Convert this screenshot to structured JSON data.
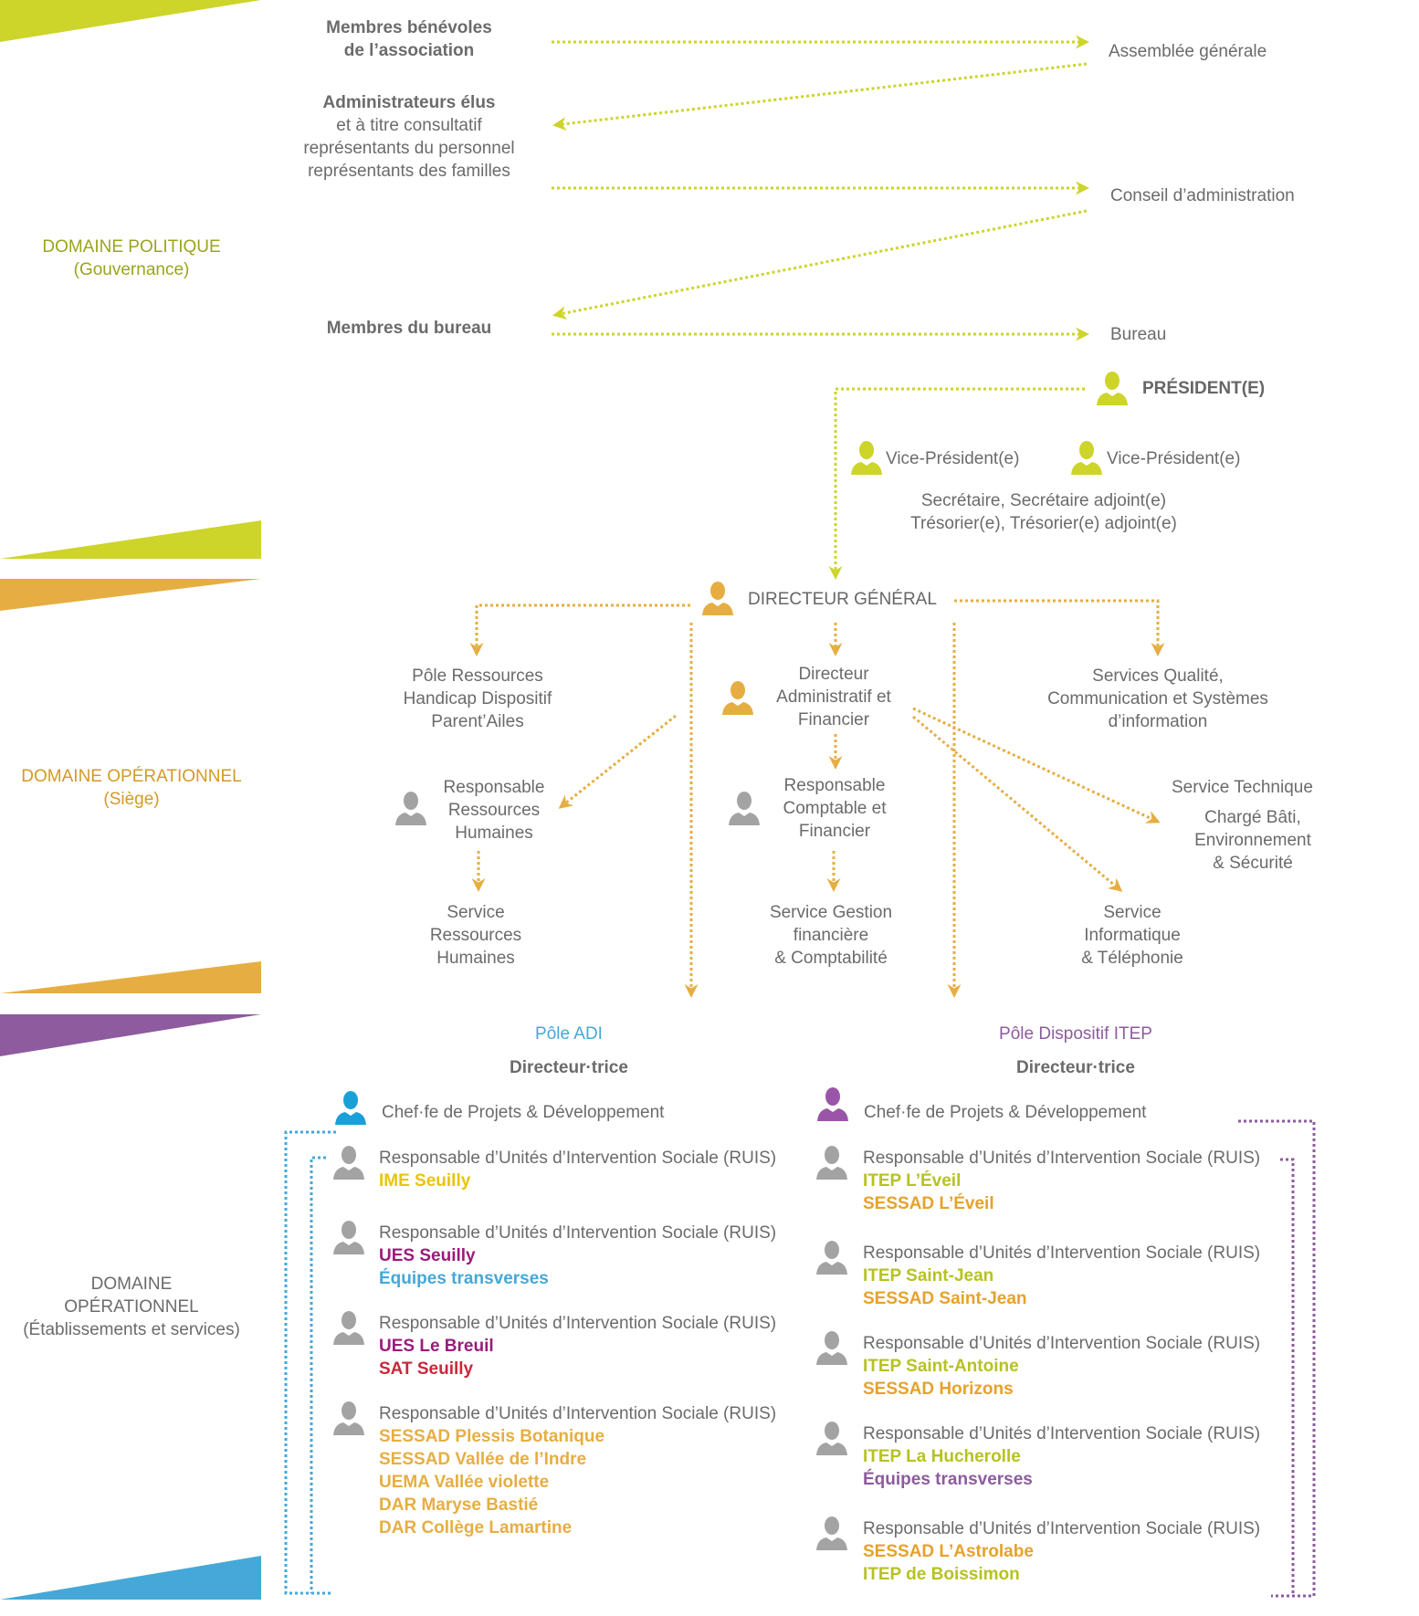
{
  "colors": {
    "politique": "#cdd42a",
    "siege": "#e6ae42",
    "adi": "#45a8d8",
    "itep": "#8d5b9e",
    "person_grey": "#a3a3a3",
    "text": "#6b6b6b",
    "ime_yellow": "#e8c40a",
    "ues_magenta": "#9b1b7d",
    "sat_red": "#c8283a",
    "sessad_orange": "#e6ae42",
    "itep_green": "#b6c222",
    "transverse_blue": "#45a8d8",
    "transverse_purple": "#8d5b9e"
  },
  "domains": {
    "politique": {
      "title": "DOMAINE POLITIQUE",
      "subtitle": "(Gouvernance)"
    },
    "siege": {
      "title": "DOMAINE OPÉRATIONNEL",
      "subtitle": "(Siège)"
    },
    "etablissements": {
      "line1": "DOMAINE",
      "line2": "OPÉRATIONNEL",
      "line3": "(Établissements et services)"
    }
  },
  "gouvernance": {
    "membres_benevoles": [
      "Membres bénévoles",
      "de l’association"
    ],
    "assemblee": "Assemblée générale",
    "administrateurs": {
      "title": "Administrateurs élus",
      "lines": [
        "et à titre consultatif",
        "représentants du personnel",
        "représentants des familles"
      ]
    },
    "conseil": "Conseil d’administration",
    "membres_bureau": "Membres du bureau",
    "bureau": "Bureau",
    "president": "PRÉSIDENT(E)",
    "vice_presidents": [
      "Vice-Président(e)",
      "Vice-Président(e)"
    ],
    "autres": [
      "Secrétaire, Secrétaire adjoint(e)",
      "Trésorier(e), Trésorier(e) adjoint(e)"
    ]
  },
  "siege": {
    "dg": "DIRECTEUR GÉNÉRAL",
    "pole_ressources": [
      "Pôle Ressources",
      "Handicap Dispositif",
      "Parent’Ailes"
    ],
    "daf": [
      "Directeur",
      "Administratif et",
      "Financier"
    ],
    "services_qualite": [
      "Services Qualité,",
      "Communication et Systèmes",
      "d’information"
    ],
    "resp_rh": [
      "Responsable",
      "Ressources",
      "Humaines"
    ],
    "resp_compta": [
      "Responsable",
      "Comptable et",
      "Financier"
    ],
    "service_technique": "Service Technique",
    "charge_bati": [
      "Chargé Bâti,",
      "Environnement",
      "& Sécurité"
    ],
    "service_rh": [
      "Service",
      "Ressources",
      "Humaines"
    ],
    "service_gestion": [
      "Service Gestion",
      "financière",
      "& Comptabilité"
    ],
    "service_info": [
      "Service",
      "Informatique",
      "& Téléphonie"
    ]
  },
  "poles": {
    "adi": {
      "title": "Pôle ADI",
      "director": "Directeur·trice",
      "chef": "Chef·fe de Projets & Développement",
      "ruis": [
        {
          "role": "Responsable d’Unités d’Intervention Sociale (RUIS)",
          "units": [
            {
              "name": "IME Seuilly",
              "color": "#e8c40a"
            }
          ]
        },
        {
          "role": "Responsable d’Unités d’Intervention Sociale (RUIS)",
          "units": [
            {
              "name": "UES Seuilly",
              "color": "#9b1b7d"
            },
            {
              "name": "Équipes transverses",
              "color": "#45a8d8"
            }
          ]
        },
        {
          "role": "Responsable d’Unités d’Intervention Sociale (RUIS)",
          "units": [
            {
              "name": "UES Le Breuil",
              "color": "#9b1b7d"
            },
            {
              "name": "SAT Seuilly",
              "color": "#c8283a"
            }
          ]
        },
        {
          "role": "Responsable d’Unités d’Intervention Sociale (RUIS)",
          "units": [
            {
              "name": "SESSAD Plessis Botanique",
              "color": "#e6ae42"
            },
            {
              "name": "SESSAD Vallée de l’Indre",
              "color": "#e6ae42"
            },
            {
              "name": "UEMA Vallée violette",
              "color": "#e6ae42"
            },
            {
              "name": "DAR Maryse Bastié",
              "color": "#e6ae42"
            },
            {
              "name": "DAR Collège Lamartine",
              "color": "#e6ae42"
            }
          ]
        }
      ]
    },
    "itep": {
      "title": "Pôle Dispositif ITEP",
      "director": "Directeur·trice",
      "chef": "Chef·fe de Projets & Développement",
      "ruis": [
        {
          "role": "Responsable d’Unités d’Intervention Sociale (RUIS)",
          "units": [
            {
              "name": "ITEP L’Éveil",
              "color": "#b6c222"
            },
            {
              "name": "SESSAD L’Éveil",
              "color": "#e6a22a"
            }
          ]
        },
        {
          "role": "Responsable d’Unités d’Intervention Sociale (RUIS)",
          "units": [
            {
              "name": "ITEP Saint-Jean",
              "color": "#b6c222"
            },
            {
              "name": "SESSAD Saint-Jean",
              "color": "#e6a22a"
            }
          ]
        },
        {
          "role": "Responsable d’Unités d’Intervention Sociale (RUIS)",
          "units": [
            {
              "name": "ITEP Saint-Antoine",
              "color": "#b6c222"
            },
            {
              "name": "SESSAD Horizons",
              "color": "#e6a22a"
            }
          ]
        },
        {
          "role": "Responsable d’Unités d’Intervention Sociale (RUIS)",
          "units": [
            {
              "name": "ITEP La Hucherolle",
              "color": "#b6c222"
            },
            {
              "name": "Équipes transverses",
              "color": "#8d5b9e"
            }
          ]
        },
        {
          "role": "Responsable d’Unités d’Intervention Sociale (RUIS)",
          "units": [
            {
              "name": "SESSAD L’Astrolabe",
              "color": "#e6a22a"
            },
            {
              "name": "ITEP de Boissimon",
              "color": "#b6c222"
            }
          ]
        }
      ]
    }
  }
}
